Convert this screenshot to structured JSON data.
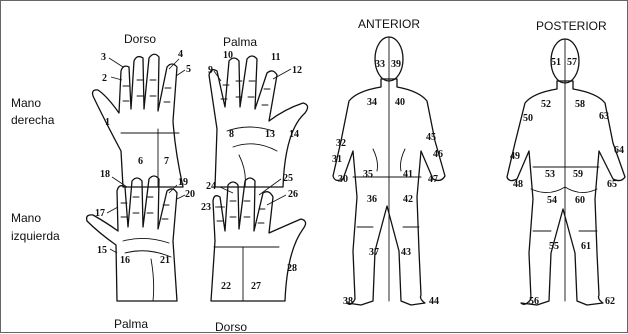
{
  "labels": {
    "top_dorso": "Dorso",
    "top_palma": "Palma",
    "bottom_palma": "Palma",
    "bottom_dorso": "Dorso",
    "mano_derecha": [
      "Mano",
      "derecha"
    ],
    "mano_izquierda": [
      "Mano",
      "izquierda"
    ],
    "anterior": "ANTERIOR",
    "posterior": "POSTERIOR"
  },
  "regions": {
    "right_dorso": [
      "1",
      "2",
      "3",
      "4",
      "5",
      "6",
      "7"
    ],
    "right_palma": [
      "8",
      "9",
      "10",
      "11",
      "12",
      "13",
      "14"
    ],
    "left_palma": [
      "15",
      "16",
      "17",
      "18",
      "19",
      "20",
      "21"
    ],
    "left_dorso": [
      "22",
      "23",
      "24",
      "25",
      "26",
      "27",
      "28"
    ],
    "anterior": [
      "30",
      "31",
      "32",
      "33",
      "34",
      "35",
      "36",
      "37",
      "38",
      "39",
      "40",
      "41",
      "42",
      "43",
      "44",
      "45",
      "46",
      "47"
    ],
    "posterior": [
      "48",
      "49",
      "50",
      "51",
      "52",
      "53",
      "54",
      "55",
      "56",
      "57",
      "58",
      "59",
      "60",
      "61",
      "62",
      "63",
      "64",
      "65"
    ]
  }
}
